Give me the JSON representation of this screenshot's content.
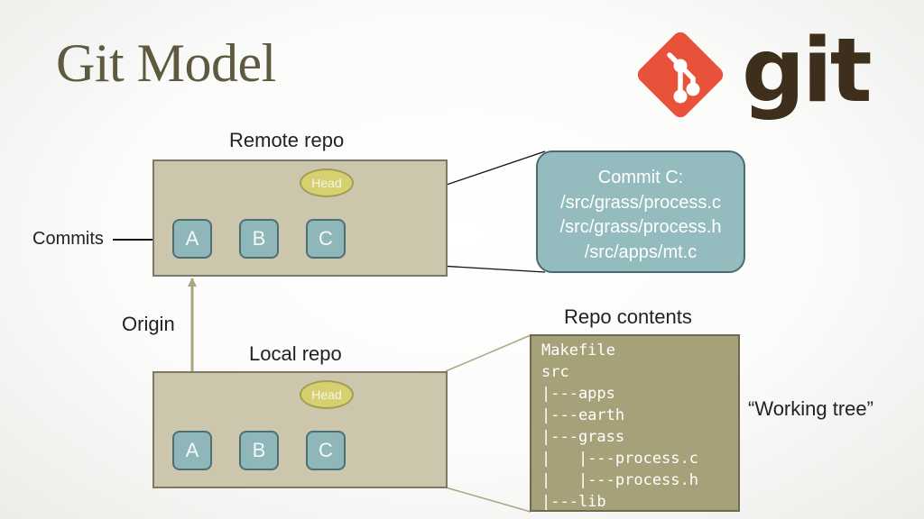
{
  "slide": {
    "title": "Git Model",
    "logo": {
      "text": "git",
      "icon": "git-diamond-logo",
      "colors": {
        "diamond": "#e8523a",
        "text": "#3e2e1c"
      }
    }
  },
  "remote": {
    "label": "Remote repo",
    "head": "Head",
    "commits": [
      "A",
      "B",
      "C"
    ]
  },
  "local": {
    "label": "Local repo",
    "head": "Head",
    "commits": [
      "A",
      "B",
      "C"
    ]
  },
  "labels": {
    "commits": "Commits",
    "origin": "Origin",
    "repo_contents": "Repo contents",
    "working_tree": "“Working tree”"
  },
  "commit_detail": {
    "title": "Commit C:",
    "files": [
      "/src/grass/process.c",
      "/src/grass/process.h",
      "/src/apps/mt.c"
    ]
  },
  "tree_lines": [
    "Makefile",
    "src",
    "|---apps",
    "|---earth",
    "|---grass",
    "|   |---process.c",
    "|   |---process.h",
    "|---lib"
  ],
  "colors": {
    "repo_box": "#cbc6ac",
    "commit_node": "#8fb6b8",
    "head": "#d6d070",
    "commit_detail": "#94bbbd",
    "contents": "#a6a178"
  }
}
